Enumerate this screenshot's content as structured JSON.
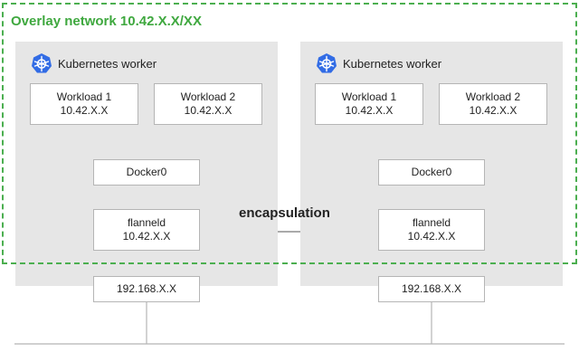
{
  "overlay": {
    "label": "Overlay network 10.42.X.X/XX",
    "color": "#4caf50"
  },
  "link_label": "encapsulation",
  "workers": [
    {
      "title": "Kubernetes worker",
      "icon": "kubernetes-icon",
      "workloads": [
        {
          "name": "Workload 1",
          "ip": "10.42.X.X"
        },
        {
          "name": "Workload 2",
          "ip": "10.42.X.X"
        }
      ],
      "bridge": "Docker0",
      "flannel": {
        "name": "flanneld",
        "ip": "10.42.X.X"
      },
      "host_ip": "192.168.X.X"
    },
    {
      "title": "Kubernetes worker",
      "icon": "kubernetes-icon",
      "workloads": [
        {
          "name": "Workload 1",
          "ip": "10.42.X.X"
        },
        {
          "name": "Workload 2",
          "ip": "10.42.X.X"
        }
      ],
      "bridge": "Docker0",
      "flannel": {
        "name": "flanneld",
        "ip": "10.42.X.X"
      },
      "host_ip": "192.168.X.X"
    }
  ]
}
